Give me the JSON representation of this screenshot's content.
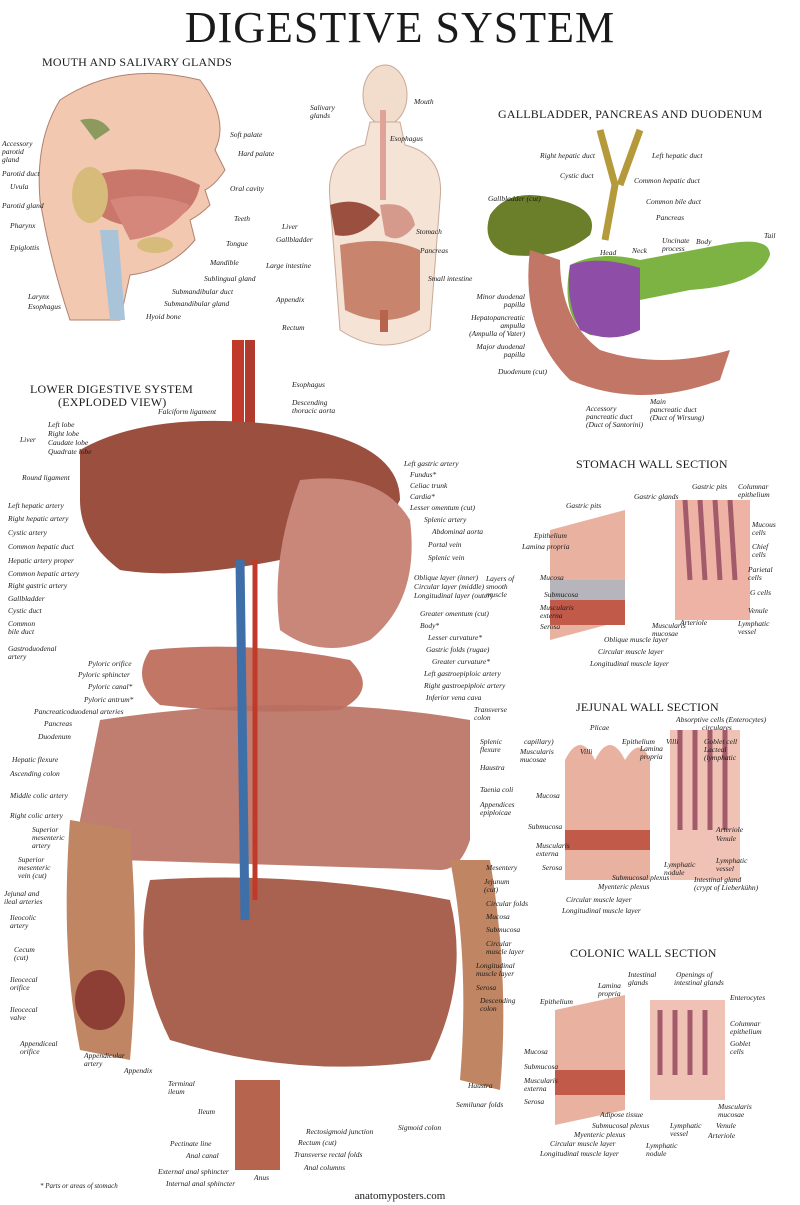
{
  "title": "DIGESTIVE SYSTEM",
  "footer": "anatomyposters.com",
  "note": "* Parts or areas of stomach",
  "sections": {
    "mouth": "MOUTH AND SALIVARY GLANDS",
    "gallbladder": "GALLBLADDER, PANCREAS AND DUODENUM",
    "lower": "LOWER DIGESTIVE SYSTEM",
    "lower_sub": "(EXPLODED VIEW)",
    "stomach": "STOMACH WALL SECTION",
    "jejunal": "JEJUNAL WALL SECTION",
    "colonic": "COLONIC WALL SECTION"
  },
  "mouth_labels": {
    "accessory": "Accessory",
    "parotid": "parotid",
    "gland": "gland",
    "parotid_duct": "Parotid duct",
    "uvula": "Uvula",
    "parotid_gland": "Parotid gland",
    "pharynx": "Pharynx",
    "epiglottis": "Epiglottis",
    "larynx": "Larynx",
    "esophagus": "Esophagus",
    "soft_palate": "Soft palate",
    "hard_palate": "Hard palate",
    "oral_cavity": "Oral cavity",
    "teeth": "Teeth",
    "tongue": "Tongue",
    "mandible": "Mandible",
    "sublingual": "Sublingual gland",
    "submandibular_duct": "Submandibular duct",
    "submandibular_gland": "Submandibular gland",
    "hyoid": "Hyoid bone"
  },
  "body_labels": {
    "salivary": "Salivary",
    "glands": "glands",
    "mouth": "Mouth",
    "esophagus": "Esophagus",
    "liver": "Liver",
    "gallbladder": "Gallbladder",
    "large_intestine": "Large intestine",
    "appendix": "Appendix",
    "rectum": "Rectum",
    "stomach": "Stomach",
    "pancreas": "Pancreas",
    "small_intestine": "Small intestine"
  },
  "gb_labels": {
    "right_hepatic": "Right hepatic duct",
    "left_hepatic": "Left hepatic duct",
    "cystic": "Cystic duct",
    "common_hepatic": "Common hepatic duct",
    "gallbladder_cut": "Gallbladder (cut)",
    "common_bile": "Common bile duct",
    "pancreas": "Pancreas",
    "tail": "Tail",
    "head": "Head",
    "neck": "Neck",
    "uncinate": "Uncinate",
    "process": "process",
    "body": "Body",
    "minor_duodenal": "Minor duodenal",
    "papilla": "papilla",
    "hepatopancreatic": "Hepatopancreatic",
    "ampulla": "ampulla",
    "ampulla_vater": "(Ampulla of Vater)",
    "major_duodenal": "Major duodenal",
    "papilla2": "papilla",
    "duodenum_cut": "Duodenum (cut)",
    "accessory": "Accessory",
    "pancreatic_duct": "pancreatic duct",
    "santorini": "(Duct of Santorini)",
    "main": "Main",
    "main_duct": "pancreatic duct",
    "wirsung": "(Duct of Wirsung)"
  },
  "lower_left": [
    "Left lobe",
    "Right lobe",
    "Caudate lobe",
    "Quadrate lobe",
    "Round ligament",
    "Left hepatic artery",
    "Right hepatic artery",
    "Cystic artery",
    "Common hepatic duct",
    "Hepatic artery proper",
    "Common hepatic artery",
    "Right gastric artery",
    "Gallbladder",
    "Cystic duct",
    "Common",
    "bile duct",
    "Gastroduodenal",
    "artery",
    "Pyloric orifice",
    "Pyloric sphincter",
    "Pyloric canal*",
    "Pyloric antrum*",
    "Pancreaticoduodenal arteries",
    "Pancreas",
    "Duodenum",
    "Hepatic flexure",
    "Ascending colon",
    "Middle colic artery",
    "Right colic artery",
    "Superior",
    "mesenteric",
    "artery",
    "Superior",
    "mesenteric",
    "vein (cut)",
    "Jejunal and",
    "ileal arteries",
    "Ileocolic",
    "artery",
    "Cecum",
    "(cut)",
    "Ileocecal",
    "orifice",
    "Ileocecal",
    "valve",
    "Appendiceal",
    "orifice",
    "Appendicular",
    "artery",
    "Appendix",
    "Terminal",
    "ileum",
    "Ileum"
  ],
  "lower_right": [
    "Left gastric artery",
    "Fundus*",
    "Celiac trunk",
    "Cardia*",
    "Lesser omentum (cut)",
    "Splenic artery",
    "Abdominal aorta",
    "Portal vein",
    "Splenic vein",
    "Oblique layer (inner)",
    "Circular layer (middle)",
    "Longitudinal layer (outer)",
    "Greater omentum (cut)",
    "Body*",
    "Lesser curvature*",
    "Gastric folds (rugae)",
    "Greater curvature*",
    "Left gastroepiploic artery",
    "Right gastroepiploic artery",
    "Inferior vena cava",
    "Transverse",
    "colon",
    "Splenic",
    "flexure",
    "Haustra",
    "Taenia coli",
    "Appendices",
    "epiploicae",
    "Mesentery",
    "Jejunum",
    "(cut)",
    "Circular folds",
    "Mucosa",
    "Submucosa",
    "Circular",
    "muscle layer",
    "Longitudinal",
    "muscle layer",
    "Serosa",
    "Descending",
    "colon",
    "Haustra",
    "Semilunar folds",
    "Sigmoid colon",
    "Rectosigmoid junction",
    "Rectum (cut)",
    "Transverse rectal folds",
    "Anal columns",
    "Pectinate line",
    "Anal canal",
    "External anal sphincter",
    "Internal anal sphincter",
    "Anus"
  ],
  "lower_top": {
    "falciform": "Falciform ligament",
    "liver": "Liver",
    "esophagus": "Esophagus",
    "descending": "Descending",
    "thoracic_aorta": "thoracic aorta",
    "layers_of": "Layers of",
    "smooth": "smooth",
    "muscle": "muscle"
  },
  "stomach_labels": [
    "Gastric pits",
    "Gastric glands",
    "Gastric pits",
    "Columnar",
    "epithelium",
    "Epithelium",
    "Lamina propria",
    "Mucous",
    "cells",
    "Chief",
    "cells",
    "Parietal",
    "cells",
    "G cells",
    "Mucosa",
    "Submucosa",
    "Muscularis",
    "externa",
    "Serosa",
    "Muscularis",
    "mucosae",
    "Arteriole",
    "Venule",
    "Lymphatic",
    "vessel",
    "Oblique muscle layer",
    "Circular muscle layer",
    "Longitudinal muscle layer"
  ],
  "jejunal_labels": [
    "Absorptive cells (Enterocytes)",
    "Plicae",
    "circulares",
    "Goblet cell",
    "Lacteal",
    "(lymphatic",
    "capillary)",
    "Epithelium",
    "Villi",
    "Lamina",
    "propria",
    "Villi",
    "Muscularis",
    "mucosae",
    "Mucosa",
    "Submucosa",
    "Muscularis",
    "externa",
    "Serosa",
    "Arteriole",
    "Venule",
    "Lymphatic",
    "nodule",
    "Lymphatic",
    "vessel",
    "Intestinal gland",
    "(crypt of Lieberkühn)",
    "Submucosal plexus",
    "Myenteric plexus",
    "Circular muscle layer",
    "Longitudinal muscle layer"
  ],
  "colonic_labels": [
    "Lamina",
    "propria",
    "Intestinal",
    "glands",
    "Openings of",
    "intestinal glands",
    "Epithelium",
    "Enterocytes",
    "Columnar",
    "epithelium",
    "Goblet",
    "cells",
    "Mucosa",
    "Submucosa",
    "Muscularis",
    "externa",
    "Serosa",
    "Adipose tissue",
    "Submucosal plexus",
    "Myenteric plexus",
    "Circular muscle layer",
    "Longitudinal muscle layer",
    "Lymphatic",
    "vessel",
    "Lymphatic",
    "nodule",
    "Muscularis",
    "mucosae",
    "Venule",
    "Arteriole"
  ],
  "colors": {
    "skin": "#f2d6c0",
    "liver": "#9b4f3e",
    "stomach": "#c9877a",
    "intestine": "#b97060",
    "colon": "#c08562",
    "artery": "#c0392b",
    "vein": "#3f6fa8",
    "pancreas_head": "#8e4ea8",
    "pancreas_body": "#7cb342",
    "gallbladder": "#6b7f2a",
    "fat": "#e9d28f"
  }
}
